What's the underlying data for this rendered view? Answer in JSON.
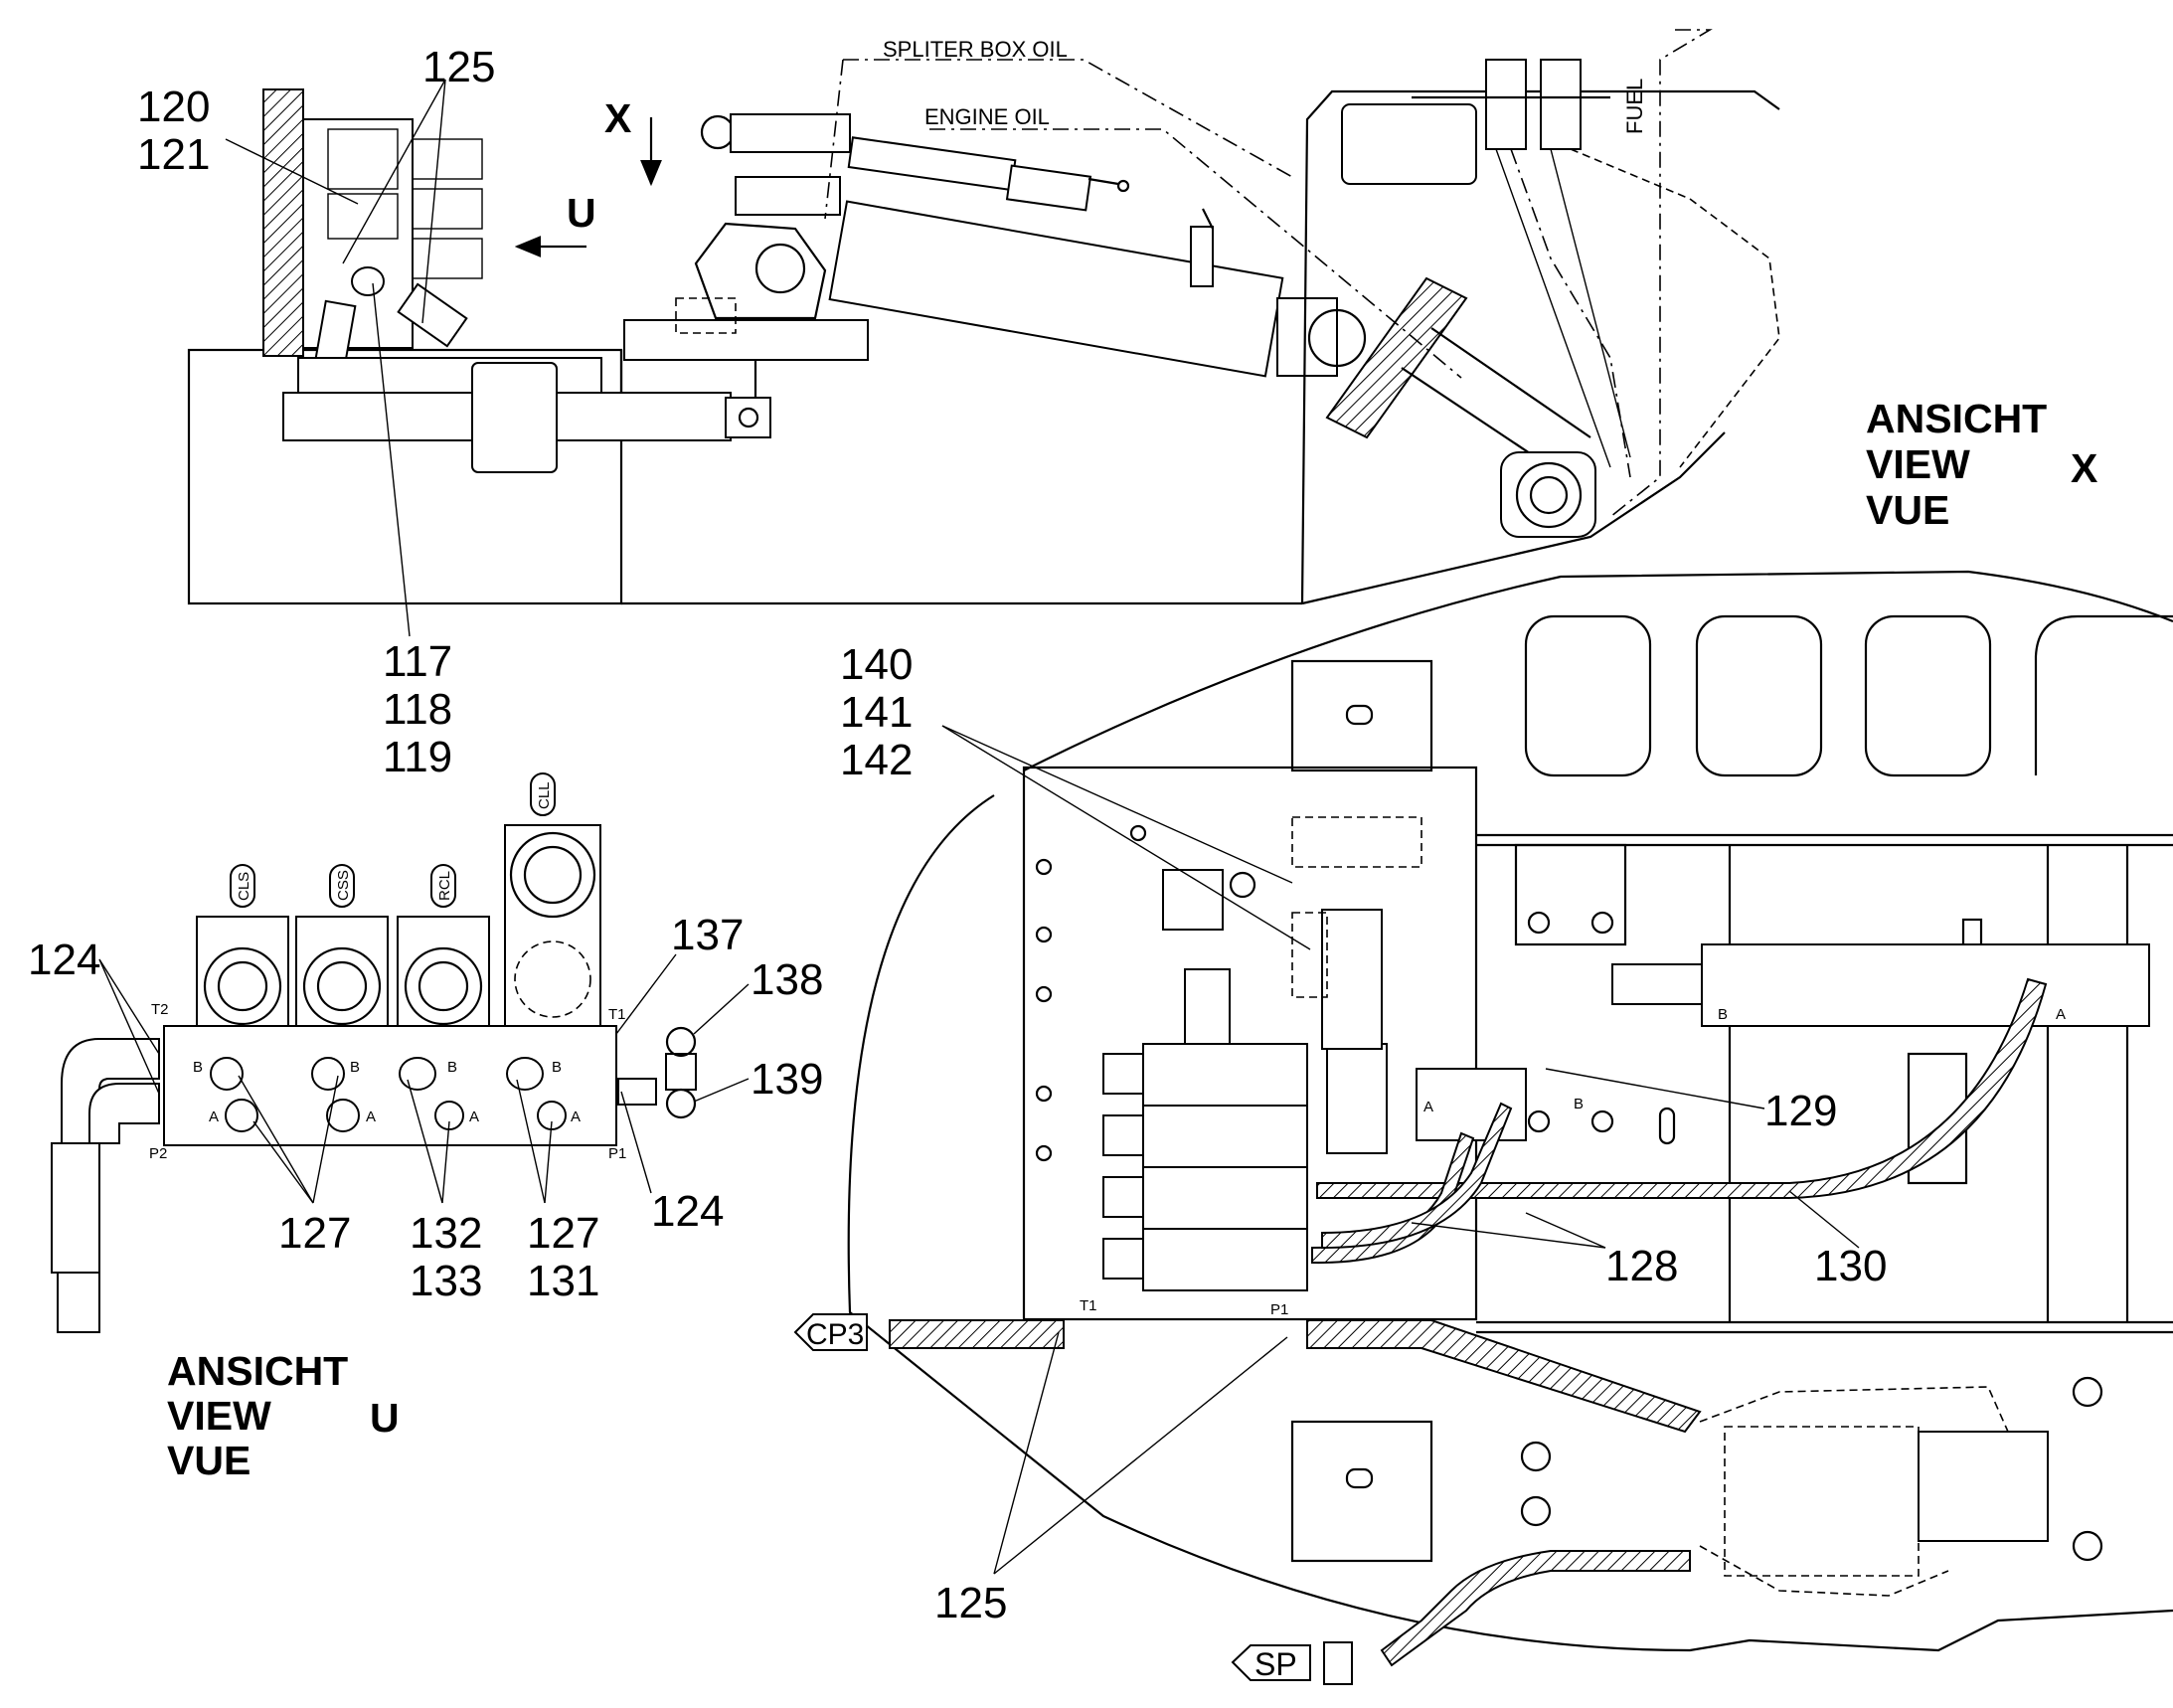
{
  "labels": {
    "upper_view": {
      "callout_120": "120",
      "callout_121": "121",
      "callout_125": "125",
      "callout_117": "117",
      "callout_118": "118",
      "callout_119": "119",
      "arrow_x": "X",
      "arrow_u": "U",
      "splitter_box_oil": "SPLITER BOX OIL",
      "engine_oil": "ENGINE OIL",
      "fuel": "FUEL"
    },
    "view_x_title": {
      "line1": "ANSICHT",
      "line2": "VIEW",
      "line3": "VUE",
      "letter": "X"
    },
    "view_u": {
      "callout_124_left": "124",
      "callout_124_right": "124",
      "callout_137": "137",
      "callout_138": "138",
      "callout_139": "139",
      "callout_127_left": "127",
      "callout_132": "132",
      "callout_133": "133",
      "callout_127_right": "127",
      "callout_131": "131",
      "valve_cls": "CLS",
      "valve_css": "CSS",
      "valve_rcl": "RCL",
      "valve_cll": "CLL",
      "port_t2": "T2",
      "port_p2": "P2",
      "port_t1": "T1",
      "port_p1": "P1",
      "port_a": "A",
      "port_b": "B"
    },
    "view_u_title": {
      "line1": "ANSICHT",
      "line2": "VIEW",
      "line3": "VUE",
      "letter": "U"
    },
    "plan_view": {
      "callout_140": "140",
      "callout_141": "141",
      "callout_142": "142",
      "callout_129": "129",
      "callout_128": "128",
      "callout_130": "130",
      "callout_125": "125",
      "tag_cp3": "CP3",
      "tag_sp": "SP",
      "port_t1": "T1",
      "port_p1": "P1",
      "port_a": "A",
      "port_b": "B"
    }
  }
}
